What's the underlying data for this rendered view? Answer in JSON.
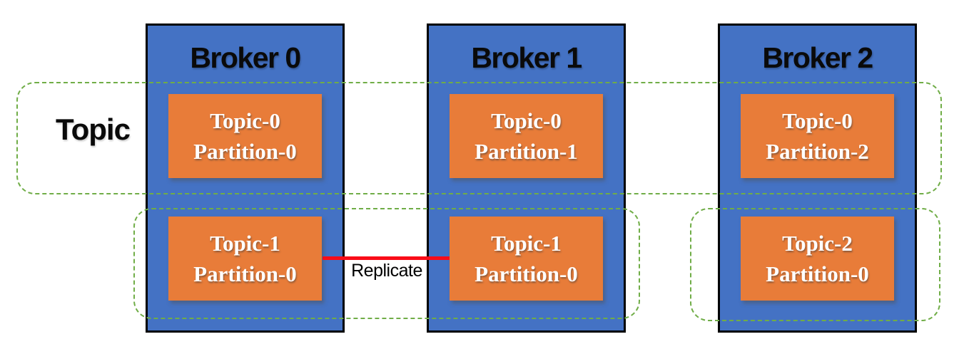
{
  "diagram": {
    "topic_label": "Topic",
    "replicate_label": "Replicate",
    "brokers": [
      {
        "title": "Broker 0",
        "partitions": [
          {
            "line1": "Topic-0",
            "line2": "Partition-0"
          },
          {
            "line1": "Topic-1",
            "line2": "Partition-0"
          }
        ]
      },
      {
        "title": "Broker 1",
        "partitions": [
          {
            "line1": "Topic-0",
            "line2": "Partition-1"
          },
          {
            "line1": "Topic-1",
            "line2": "Partition-0"
          }
        ]
      },
      {
        "title": "Broker 2",
        "partitions": [
          {
            "line1": "Topic-0",
            "line2": "Partition-2"
          },
          {
            "line1": "Topic-2",
            "line2": "Partition-0"
          }
        ]
      }
    ],
    "colors": {
      "broker_fill": "#4472C4",
      "broker_border": "#000000",
      "partition_fill": "#E87C39",
      "partition_text": "#FFFFFF",
      "group_dash": "#70AD47",
      "replicate_line": "#FA0C18",
      "label_text": "#000000"
    }
  }
}
